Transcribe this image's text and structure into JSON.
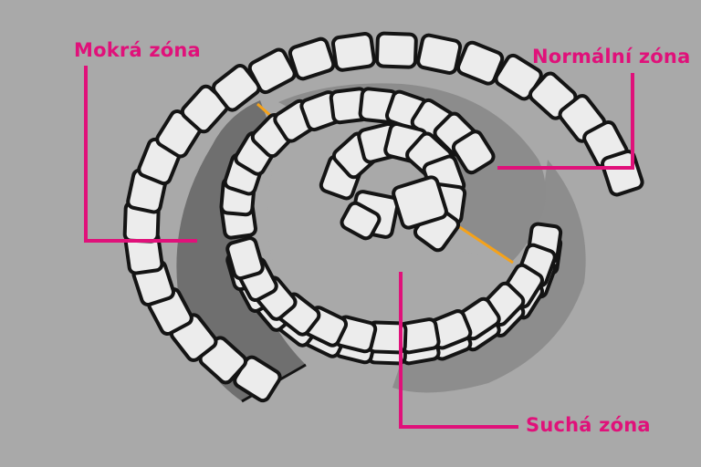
{
  "labels": {
    "wet_zone": "Mokrá zóna",
    "normal_zone": "Normální zóna",
    "dry_zone": "Suchá zóna"
  },
  "colors": {
    "background": "#a9a9a9",
    "wet_zone_fill": "#6f6f6f",
    "normal_zone_fill": "#8c8c8c",
    "dry_zone_fill": "#a9a9a9",
    "stone_fill": "#ececec",
    "outline": "#141414",
    "callout": "#e0117a",
    "zone_divider": "#f5a21a"
  }
}
